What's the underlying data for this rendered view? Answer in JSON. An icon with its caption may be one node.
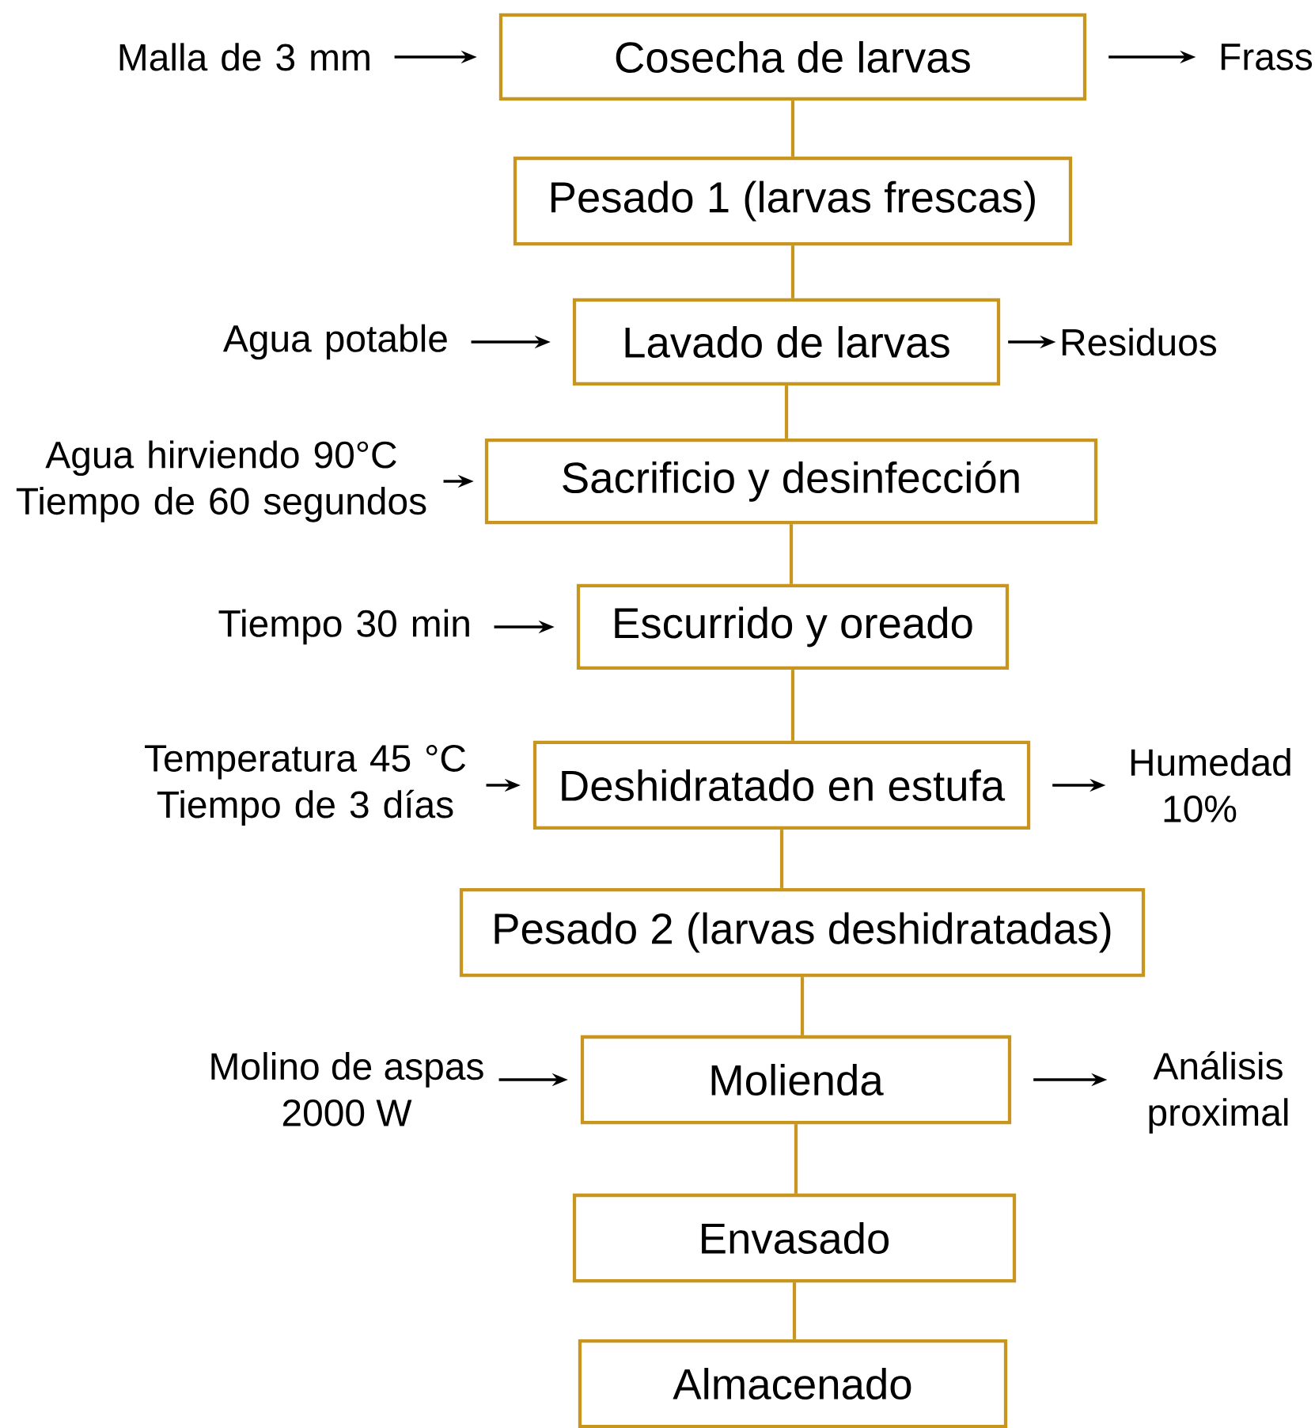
{
  "diagram": {
    "nodes": [
      {
        "text": [
          "Cosecha de larvas"
        ]
      },
      {
        "text": [
          "Malla de 3 mm"
        ]
      },
      {
        "text": [
          "Frass"
        ]
      },
      {
        "text": [
          "Pesado 1 (larvas frescas)"
        ]
      },
      {
        "text": [
          "Lavado de larvas"
        ]
      },
      {
        "text": [
          "Agua potable"
        ]
      },
      {
        "text": [
          "Residuos"
        ]
      },
      {
        "text": [
          "Sacrificio y desinfección"
        ]
      },
      {
        "text": [
          "Agua hirviendo 90°C Tiempo de 60 segundos"
        ]
      },
      {
        "text": [
          "Escurrido y oreado"
        ]
      },
      {
        "text": [
          "Tiempo 30 min"
        ]
      },
      {
        "text": [
          "Deshidratado en estufa"
        ]
      },
      {
        "text": [
          "Temperatura 45 °C Tiempo de 3 días"
        ]
      },
      {
        "text": [
          "Humedad 10%"
        ]
      },
      {
        "text": [
          "Pesado 2 (larvas deshidratadas)"
        ]
      },
      {
        "text": [
          "Molienda"
        ]
      },
      {
        "text": [
          "Molino de aspas 2000 W"
        ]
      },
      {
        "text": [
          "Análisis proximal"
        ]
      },
      {
        "text": [
          "Envasado"
        ]
      },
      {
        "text": [
          "Almacenado"
        ]
      }
    ],
    "edges": [
      {
        "from": 0,
        "to": 3,
        "arrow": "none",
        "color": "#c8961e"
      },
      {
        "from": 3,
        "to": 4,
        "arrow": "none",
        "color": "#c8961e"
      },
      {
        "from": 4,
        "to": 7,
        "arrow": "none",
        "color": "#c8961e"
      },
      {
        "from": 7,
        "to": 9,
        "arrow": "none",
        "color": "#c8961e"
      },
      {
        "from": 9,
        "to": 11,
        "arrow": "none",
        "color": "#c8961e"
      },
      {
        "from": 11,
        "to": 14,
        "arrow": "none",
        "color": "#c8961e"
      },
      {
        "from": 14,
        "to": 15,
        "arrow": "none",
        "color": "#c8961e"
      },
      {
        "from": 15,
        "to": 18,
        "arrow": "none",
        "color": "#c8961e"
      },
      {
        "from": 18,
        "to": 19,
        "arrow": "none",
        "color": "#c8961e"
      },
      {
        "from": 1,
        "to": 0,
        "arrow": "to"
      },
      {
        "from": 0,
        "to": 2,
        "arrow": "to"
      },
      {
        "from": 5,
        "to": 4,
        "arrow": "to"
      },
      {
        "from": 4,
        "to": 6,
        "arrow": "to"
      },
      {
        "from": 8,
        "to": 7,
        "arrow": "to"
      },
      {
        "from": 10,
        "to": 9,
        "arrow": "to"
      },
      {
        "from": 12,
        "to": 11,
        "arrow": "to"
      },
      {
        "from": 11,
        "to": 13,
        "arrow": "to"
      },
      {
        "from": 16,
        "to": 15,
        "arrow": "to"
      },
      {
        "from": 15,
        "to": 17,
        "arrow": "to"
      }
    ]
  }
}
